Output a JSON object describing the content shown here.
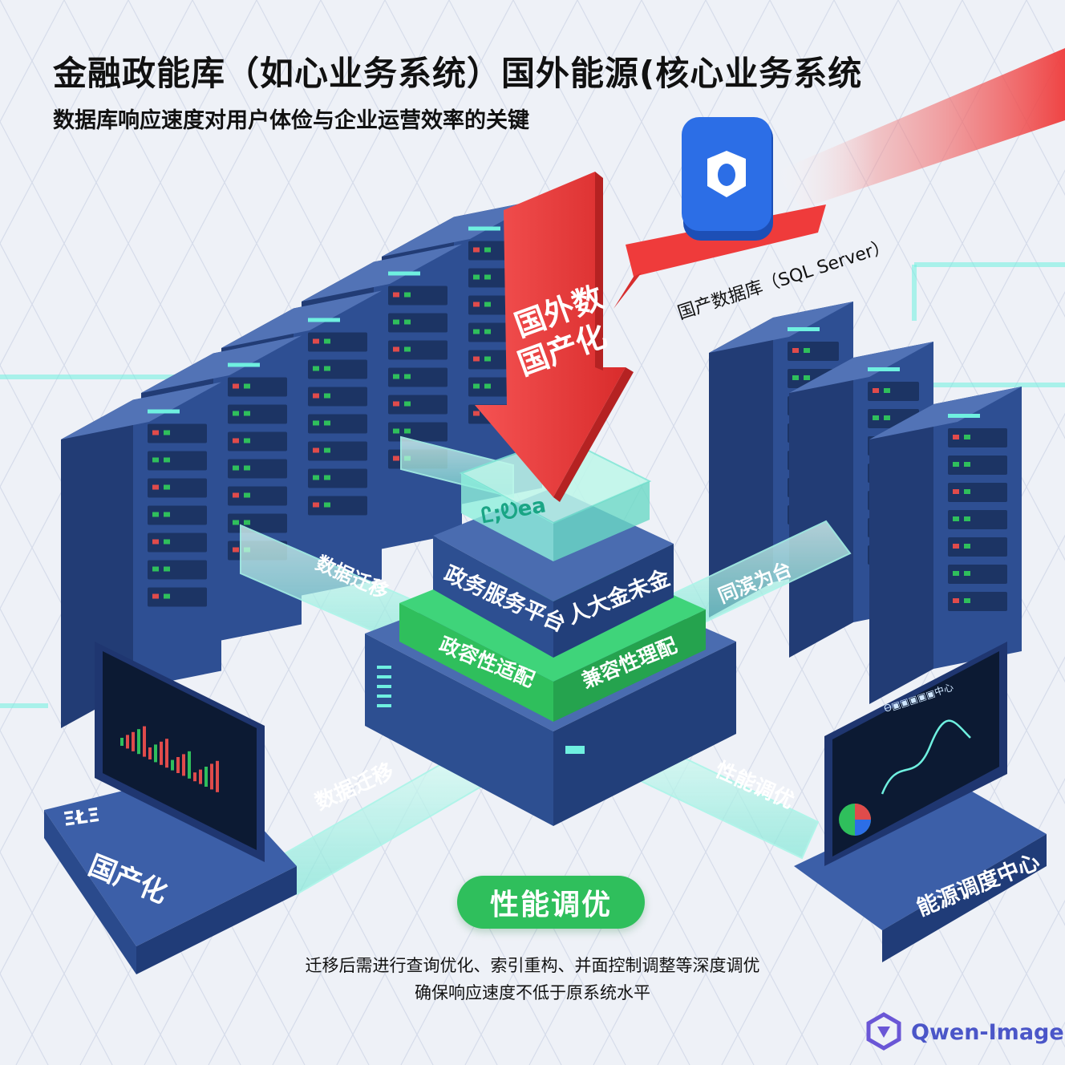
{
  "header": {
    "title": "金融政能库（如心业务系统）国外能源(核心业务系统",
    "subtitle": "数据库响应速度对用户体俭与企业运营效率的关键"
  },
  "arrow": {
    "line1": "国外数",
    "line2": "国产化"
  },
  "sqlserver": {
    "label": "国产数据库（SQL Server）"
  },
  "center": {
    "chip_text": "Ꮭ;Ꭷea",
    "tier_top_left": "政务服务平台",
    "tier_top_right": "人大金未金",
    "tier_mid_left": "政容性适配",
    "tier_mid_right": "兼容性理配"
  },
  "connectors": {
    "upper_left": "数据迁移",
    "upper_right": "同滨为台",
    "lower_left": "数据迁移",
    "lower_right": "性能调优"
  },
  "left_station": {
    "badge": "ΞŁΞ",
    "label": "国产化"
  },
  "right_station": {
    "monitor_title": "Ꮎ▣▣▣▣▣中心",
    "label": "能源调度中心"
  },
  "perf": {
    "label": "性能调优"
  },
  "caption": {
    "line1": "迁移后需进行查询优化、索引重构、并面控制调整等深度调优",
    "line2": "确保响应速度不低于原系统水平"
  },
  "watermark": {
    "text": "Qwen-Image"
  },
  "colors": {
    "rack_front": "#2e4f93",
    "rack_side": "#223c75",
    "rack_top": "#5273b6",
    "arrow_red": "#ef3b3b",
    "accent_green": "#2fbf5c",
    "glow_cyan": "#6ff0e0",
    "db_icon_blue": "#2c6ee6"
  }
}
